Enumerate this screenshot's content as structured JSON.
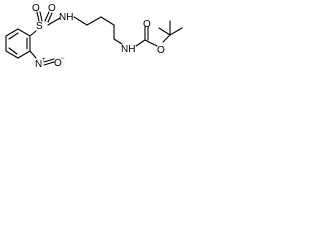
{
  "structure": {
    "atoms": {
      "sulfonyl_s": "S",
      "sulfonyl_o_left": "O",
      "sulfonyl_o_right": "O",
      "sulfonamide_nh": "NH",
      "carbamate_nh": "NH",
      "carbonyl_o": "O",
      "ester_o": "O",
      "nitro_n": "N",
      "nitro_n_charge": "+",
      "nitro_o": "O",
      "nitro_o_charge": "−"
    }
  }
}
